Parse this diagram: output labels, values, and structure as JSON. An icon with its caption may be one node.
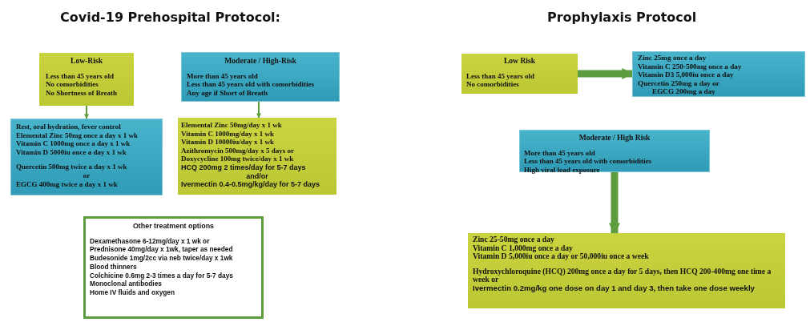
{
  "diagram": {
    "title": "Covid-19 Prehospital Protocol:",
    "nodes": [
      {
        "text": [
          "Low-Risk",
          "Less than 45 years old",
          "No comorbidities",
          "No Shortness of Breath"
        ]
      },
      {
        "text": [
          "Moderate / High-Risk",
          "More than 45 years old",
          "Less than 45 years old with comorbidities",
          "Any age if Short of Breath"
        ]
      },
      {
        "text": [
          "Rest, oral hydration, fever control",
          "Elemental Zinc 50mg once a day x 1 wk",
          "Vitamin C 1000mg once a day x 1 wk",
          "Vitamin D 5000iu once a day x 1 wk",
          "Quercetin 500mg twice a day x 1 wk",
          "or",
          "EGCG 400mg twice a day x 1 wk"
        ]
      },
      {
        "text": [
          "Elemental Zinc 50mg/day x 1 wk",
          "Vitamin C 1000mg/day x 1 wk",
          "Vitamin D 10000iu/day x 1 wk",
          "Azithromycin 500mg/day x 5 days or",
          "Doxycycline 100mg twice/day x 1 wk",
          "HCQ 200mg 2 times/day for 5-7 days",
          "and/or",
          "Ivermectin 0.4-0.5mg/kg/day for 5-7 days"
        ]
      },
      {
        "text": [
          "Other treatment options",
          "Dexamethasone 6-12mg/day x 1 wk or",
          "Prednisone 40mg/day x 1wk, taper as needed",
          "Budesonide 1mg/2cc via neb twice/day x 1wk",
          "Blood thinners",
          "Colchicine 0.6mg 2-3 times a day for 5-7 days",
          "Monoclonal antibodies",
          "Home IV fluids and oxygen"
        ]
      },
      {
        "text": [
          "Low Risk",
          "Less than 45 years old",
          "No comorbidities"
        ]
      },
      {
        "text": [
          "Zinc 25mg once a day",
          "Vitamin C 250-500mg once a day",
          "Vitamin D3 5,000iu once a day",
          "Quercetin 250mg a day or",
          "EGCG 200mg a day"
        ]
      },
      {
        "text": [
          "Moderate / High Risk",
          "More than 45 years old",
          "Less than 45 years old with comorbidities",
          "High viral load exposure"
        ]
      },
      {
        "text": [
          "Zinc 25-50mg once a day",
          "Vitamin C 1,000mg once a day",
          "Vitamin D 5,000iu once a day or 50,000iu once a week",
          "Hydroxychloroquine (HCQ) 200mg once a day for 5 days, then HCQ 200-400mg one time a week or",
          "Ivermectin 0.2mg/kg one dose on day 1 and day 3, then take one dose weekly"
        ]
      }
    ],
    "edges": [
      {
        "from": 0,
        "to": 2,
        "arrow": "to"
      },
      {
        "from": 1,
        "to": 3,
        "arrow": "to"
      },
      {
        "from": 5,
        "to": 6,
        "arrow": "to",
        "style": "thick"
      },
      {
        "from": 7,
        "to": 8,
        "arrow": "to",
        "style": "thick"
      }
    ],
    "labels": [
      "Prophylaxis Protocol"
    ]
  }
}
